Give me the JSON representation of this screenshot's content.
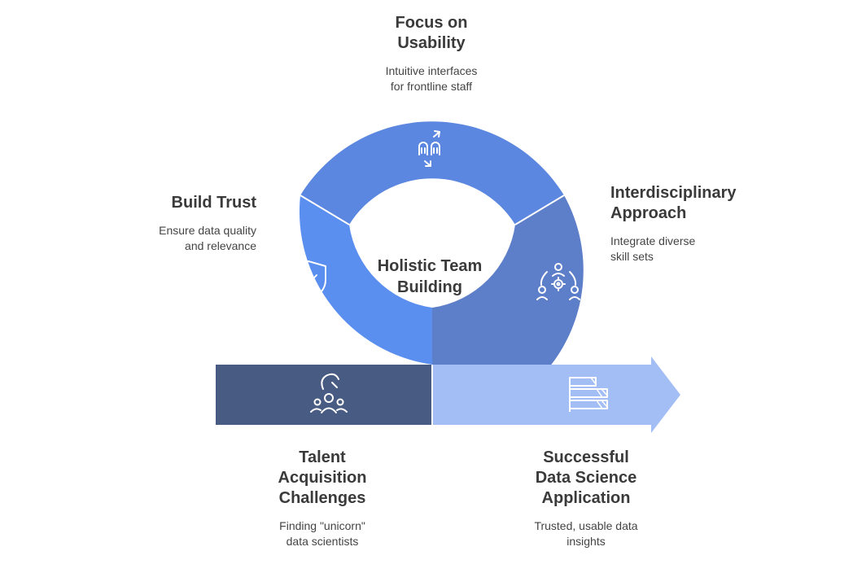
{
  "hub": {
    "line1": "Holistic Team",
    "line2": "Building"
  },
  "stages": {
    "usability": {
      "title1": "Focus on",
      "title2": "Usability",
      "desc1": "Intuitive interfaces",
      "desc2": "for frontline staff",
      "icon": "hand-cursor-icon"
    },
    "trust": {
      "title1": "Build Trust",
      "desc1": "Ensure data quality",
      "desc2": "and relevance",
      "icon": "shield-check-icon"
    },
    "interdisciplinary": {
      "title1": "Interdisciplinary",
      "title2": "Approach",
      "desc1": "Integrate diverse",
      "desc2": "skill sets",
      "icon": "team-gear-icon"
    },
    "talent": {
      "title1": "Talent",
      "title2": "Acquisition",
      "title3": "Challenges",
      "desc1": "Finding \"unicorn\"",
      "desc2": "data scientists",
      "icon": "talent-search-icon"
    },
    "success": {
      "title1": "Successful",
      "title2": "Data Science",
      "title3": "Application",
      "desc1": "Trusted, usable data",
      "desc2": "insights",
      "icon": "bar-chart-icon"
    }
  },
  "colors": {
    "top": "#5b87e0",
    "left": "#5a8eef",
    "right": "#5d7ec8",
    "dark": "#485b82",
    "arrow": "#a3bef5",
    "icon": "#ffffff"
  }
}
